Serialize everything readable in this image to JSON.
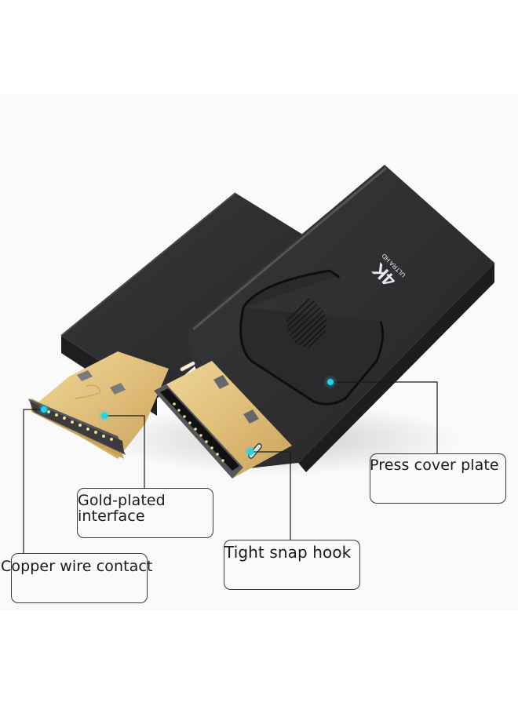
{
  "image": {
    "subject": "DisplayPort to HDMI adapter product diagram",
    "background_colors": {
      "outer": "#ffffff",
      "band": "#fafafa"
    },
    "colors": {
      "body": "#2b2b2d",
      "body_highlight": "#4a4a4c",
      "gold": "#e2c27e",
      "gold_dark": "#b8934a",
      "marker": "#1fd4ec",
      "line": "#1a1a1a"
    }
  },
  "device": {
    "brand_mark": "4K",
    "brand_sub": "ULTRA HD"
  },
  "callouts": [
    {
      "id": "press-cover-plate",
      "label": "Press cover plate"
    },
    {
      "id": "gold-plated-interface",
      "label_line1": "Gold-plated",
      "label_line2": "interface"
    },
    {
      "id": "tight-snap-hook",
      "label": "Tight snap hook"
    },
    {
      "id": "copper-wire-contact",
      "label": "Copper wire contact"
    }
  ]
}
